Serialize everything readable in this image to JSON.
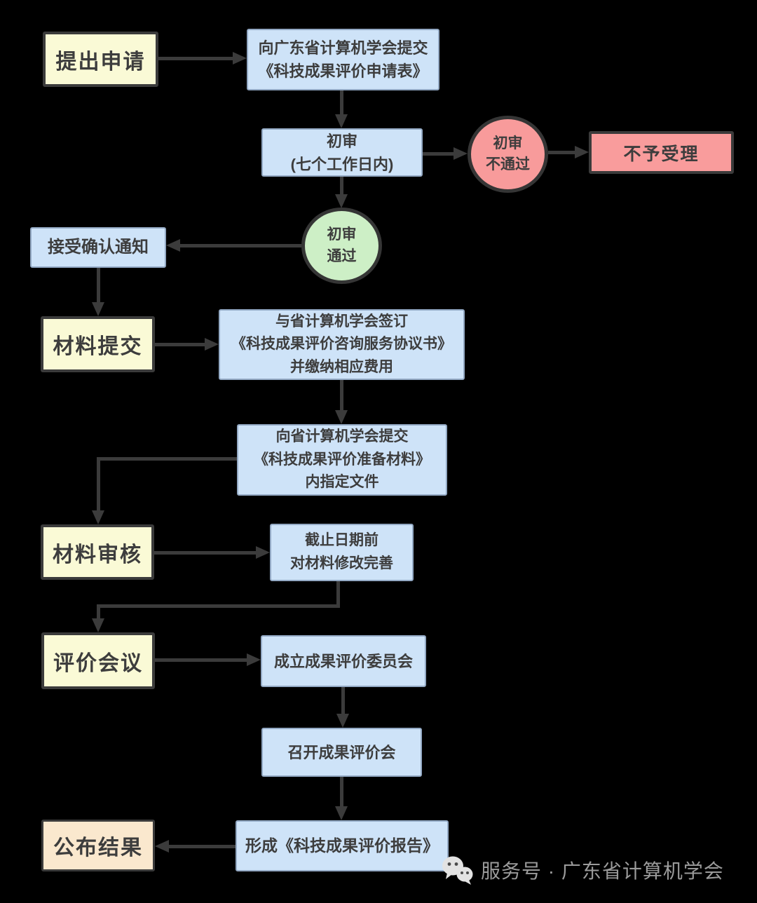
{
  "diagram": {
    "title_hint": "科技成果评价流程图",
    "palette": {
      "background": "#000000",
      "yellow_fill": "#fafad6",
      "blue_fill": "#cee3f8",
      "pink_fill": "#f99c9c",
      "green_fill": "#cdefc6",
      "orange_fill": "#fae8ce",
      "outline": "#3b3b3b",
      "arrow": "#3b3b3b",
      "watermark_text_color": "#9b9b9b"
    },
    "nodes": {
      "n1": {
        "type": "stage-yellow",
        "label": "提出申请"
      },
      "n2": {
        "type": "step-blue",
        "label": "向广东省计算机学会提交\n《科技成果评价申请表》"
      },
      "n3": {
        "type": "step-blue",
        "label": "初审\n(七个工作日内)"
      },
      "n4": {
        "type": "decision-pink-circle",
        "label": "初审\n不通过"
      },
      "n5": {
        "type": "result-pink",
        "label": "不予受理"
      },
      "n6": {
        "type": "decision-green-circle",
        "label": "初审\n通过"
      },
      "n7": {
        "type": "step-blue",
        "label": "接受确认通知"
      },
      "n8": {
        "type": "stage-yellow",
        "label": "材料提交"
      },
      "n9": {
        "type": "step-blue",
        "label": "与省计算机学会签订\n《科技成果评价咨询服务协议书》\n并缴纳相应费用"
      },
      "n10": {
        "type": "step-blue",
        "label": "向省计算机学会提交\n《科技成果评价准备材料》\n内指定文件"
      },
      "n11": {
        "type": "stage-yellow",
        "label": "材料审核"
      },
      "n12": {
        "type": "step-blue",
        "label": "截止日期前\n对材料修改完善"
      },
      "n13": {
        "type": "stage-yellow",
        "label": "评价会议"
      },
      "n14": {
        "type": "step-blue",
        "label": "成立成果评价委员会"
      },
      "n15": {
        "type": "step-blue",
        "label": "召开成果评价会"
      },
      "n16": {
        "type": "step-blue",
        "label": "形成《科技成果评价报告》"
      },
      "n17": {
        "type": "stage-orange",
        "label": "公布结果"
      }
    },
    "watermark": {
      "icon": "wechat-icon",
      "text": "服务号 · 广东省计算机学会"
    }
  }
}
